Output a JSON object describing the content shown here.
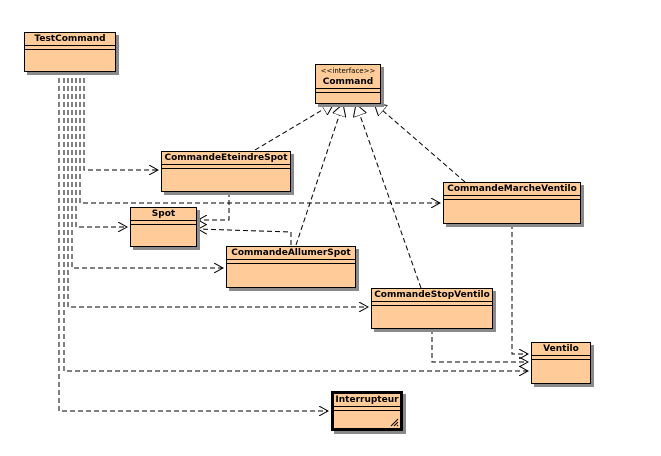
{
  "diagram": {
    "nodes": {
      "test_command": "TestCommand",
      "command_stereotype": "<<interface>>",
      "command": "Command",
      "eteindre_spot": "CommandeEteindreSpot",
      "marche_ventilo": "CommandeMarcheVentilo",
      "spot": "Spot",
      "allumer_spot": "CommandeAllumerSpot",
      "stop_ventilo": "CommandeStopVentilo",
      "ventilo": "Ventilo",
      "interrupteur": "Interrupteur"
    }
  }
}
